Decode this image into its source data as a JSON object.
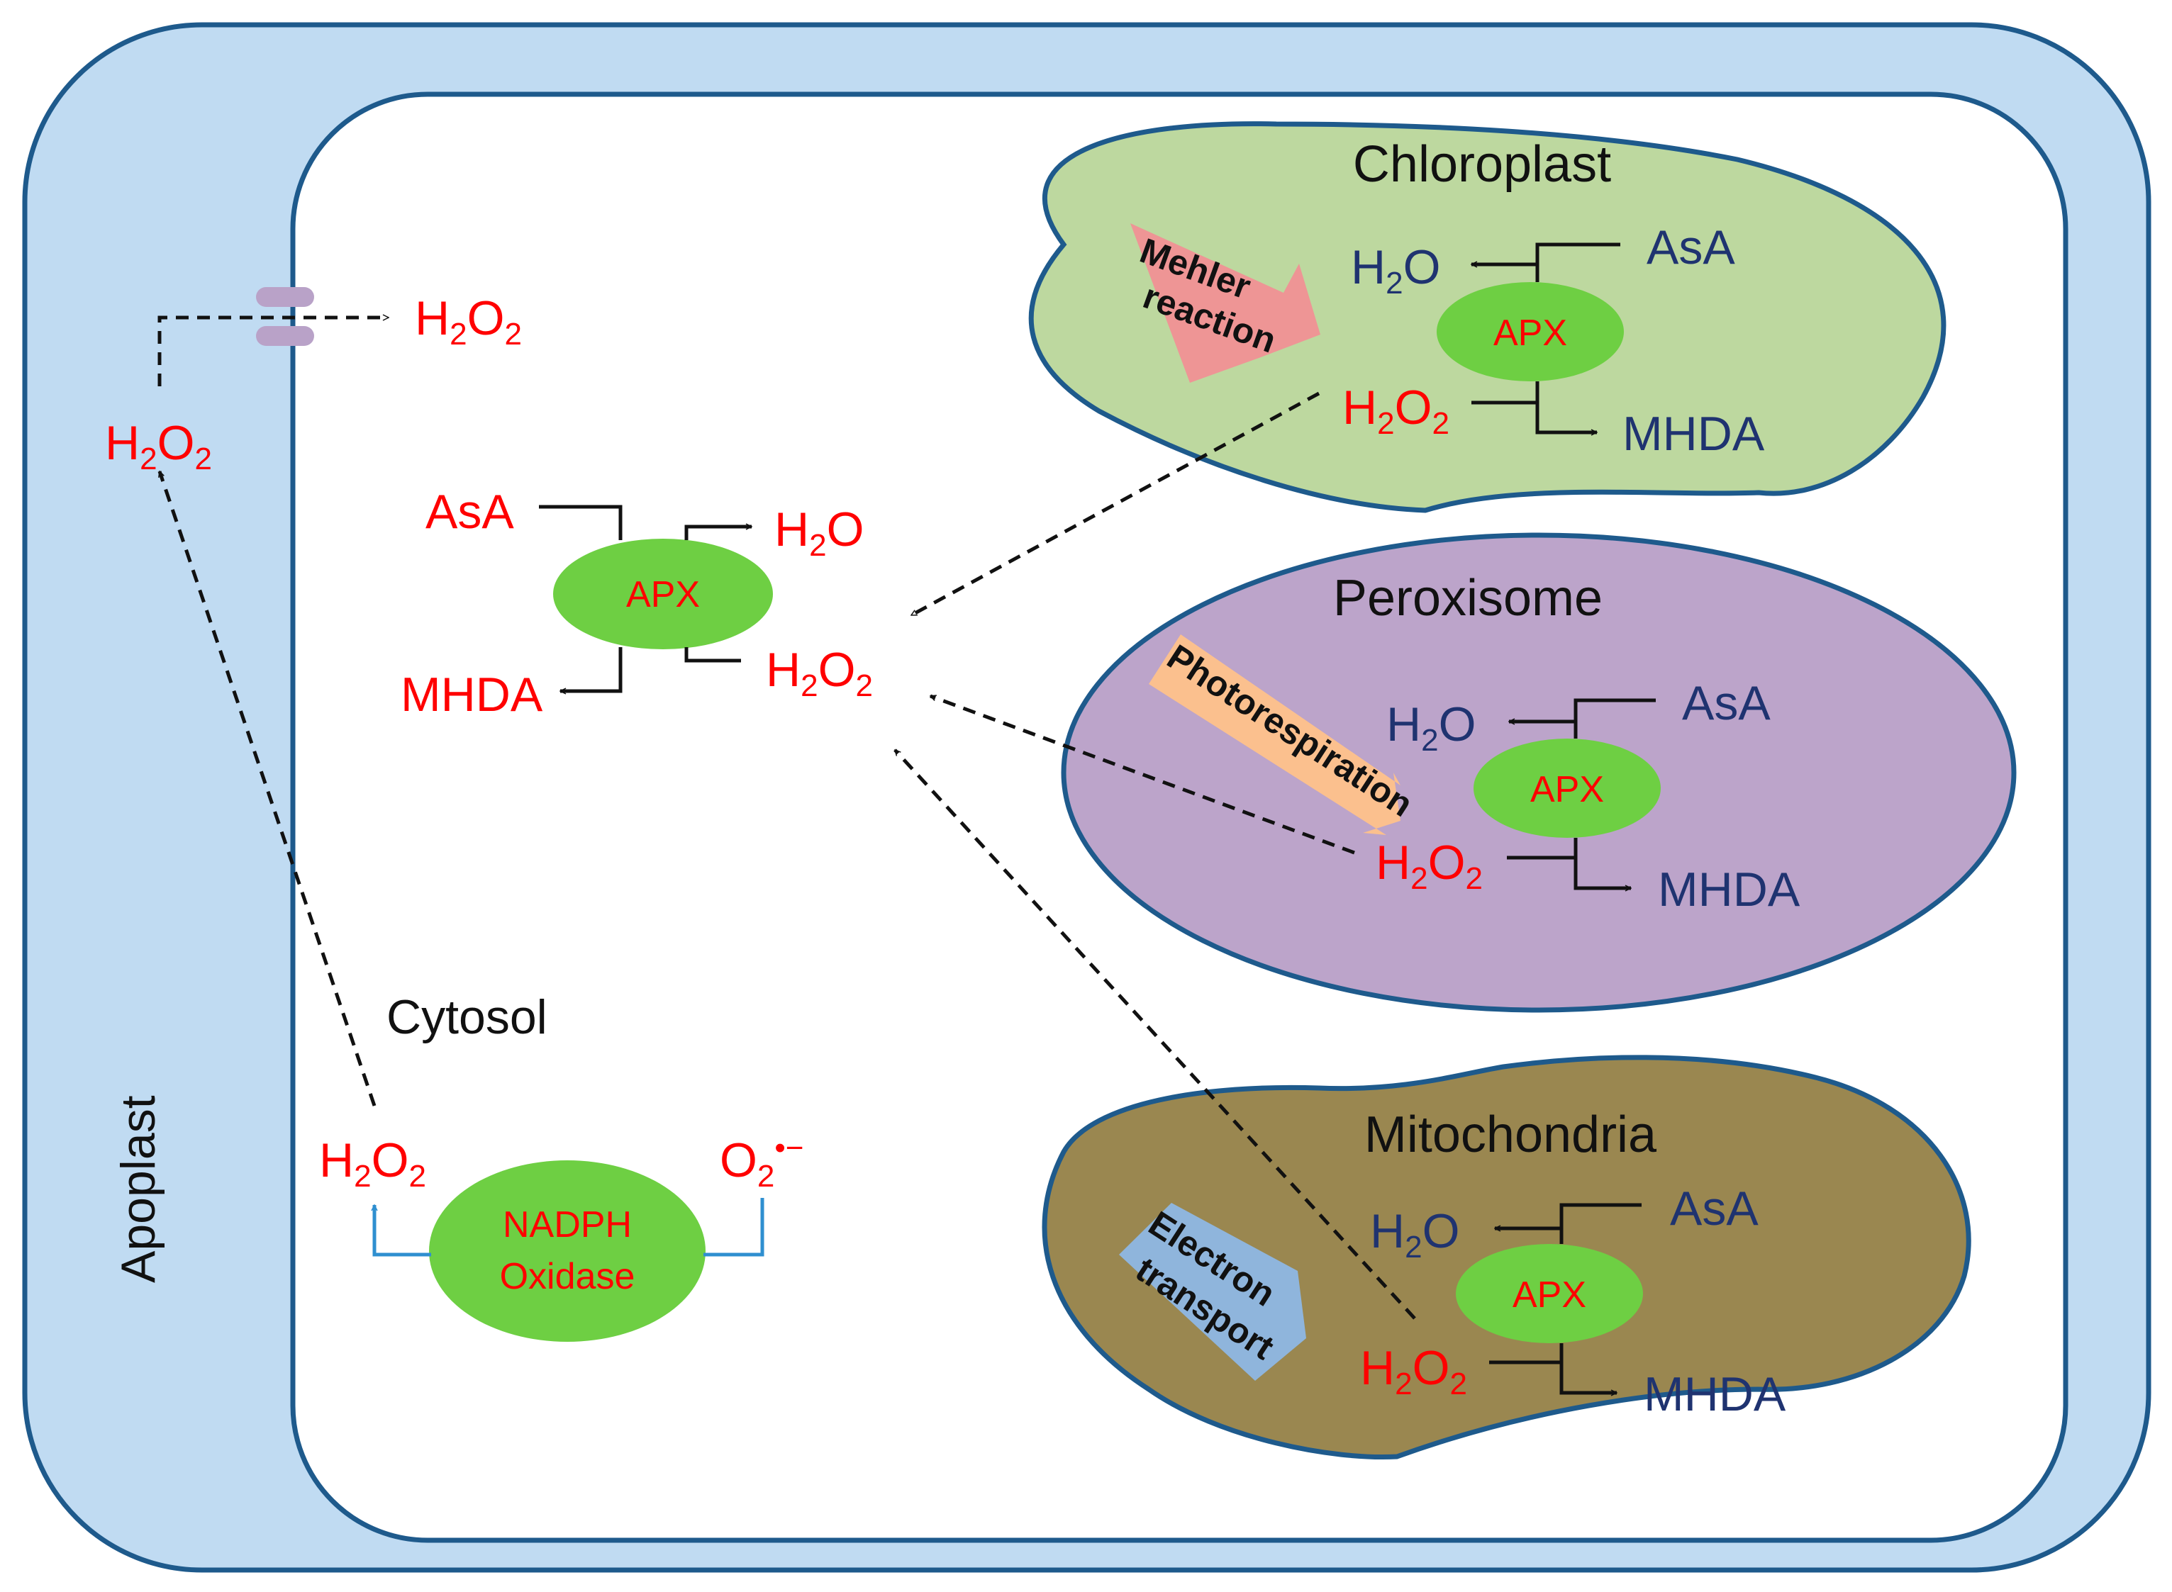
{
  "colors": {
    "apoplast_fill": "#c0dbf2",
    "border": "#1e5a8c",
    "cytosol_fill": "#ffffff",
    "chloroplast_fill": "#bdd89f",
    "peroxisome_fill": "#bca4ca",
    "mitochondria_fill": "#9a8750",
    "enzyme_fill": "#6ecf43",
    "red_text": "#ff0000",
    "navy_text": "#1f3370",
    "channel": "#b9a2c8",
    "mehler_arrow": "#ee9595",
    "photorespiration_arrow": "#fbc08e",
    "electron_arrow": "#8fb5dc",
    "nadph_line": "#2f8fd0"
  },
  "compartments": {
    "apoplast": "Apoplast",
    "cytosol": "Cytosol",
    "chloroplast": "Chloroplast",
    "peroxisome": "Peroxisome",
    "mitochondria": "Mitochondria"
  },
  "apoplast": {
    "h2o2": "H2O2"
  },
  "membrane": {
    "h2o2_entering": "H2O2"
  },
  "cytosol_cycle": {
    "enzyme": "APX",
    "asa": "AsA",
    "mhda": "MHDA",
    "h2o": "H2O",
    "h2o2": "H2O2"
  },
  "nadph": {
    "enzyme_line1": "NADPH",
    "enzyme_line2": "Oxidase",
    "product": "H2O2",
    "substrate": "O2•−"
  },
  "chloroplast_cycle": {
    "source": "Mehler reaction",
    "enzyme": "APX",
    "asa": "AsA",
    "mhda": "MHDA",
    "h2o": "H2O",
    "h2o2": "H2O2"
  },
  "peroxisome_cycle": {
    "source": "Photorespiration",
    "enzyme": "APX",
    "asa": "AsA",
    "mhda": "MHDA",
    "h2o": "H2O",
    "h2o2": "H2O2"
  },
  "mitochondria_cycle": {
    "source": "Electron transport",
    "enzyme": "APX",
    "asa": "AsA",
    "mhda": "MHDA",
    "h2o": "H2O",
    "h2o2": "H2O2"
  }
}
